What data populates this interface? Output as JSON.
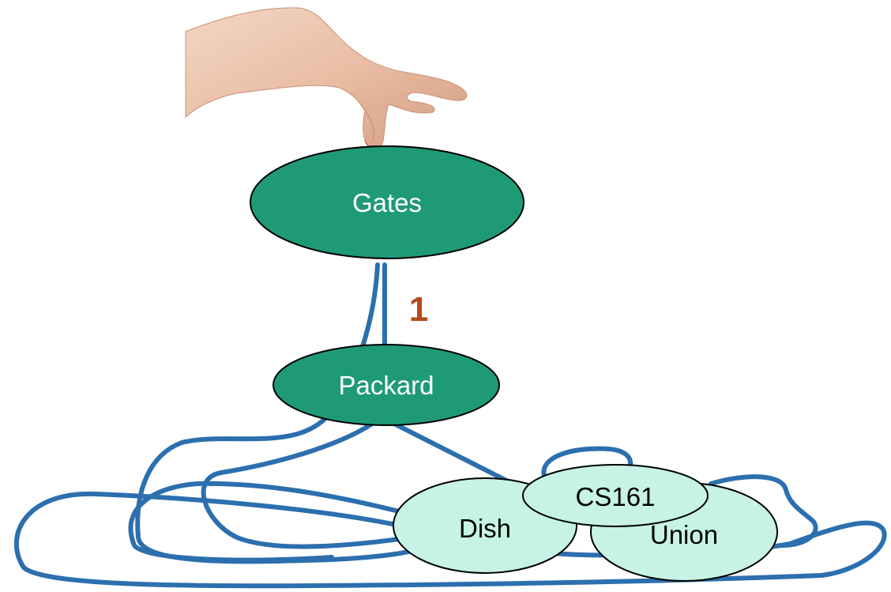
{
  "diagram": {
    "nodes": {
      "gates": {
        "label": "Gates",
        "fill": "#1f9a77",
        "text_color": "#ffffff"
      },
      "packard": {
        "label": "Packard",
        "fill": "#1f9a77",
        "text_color": "#ffffff"
      },
      "dish": {
        "label": "Dish",
        "fill": "#c6f3e6",
        "text_color": "#000000"
      },
      "union": {
        "label": "Union",
        "fill": "#c6f3e6",
        "text_color": "#000000"
      },
      "cs161": {
        "label": "CS161",
        "fill": "#c6f3e6",
        "text_color": "#000000"
      }
    },
    "edge_weight": {
      "label": "1",
      "color": "#b54a1a"
    },
    "edge_color": "#2c6fae",
    "hand": {
      "icon": "hand-holding-icon"
    }
  }
}
